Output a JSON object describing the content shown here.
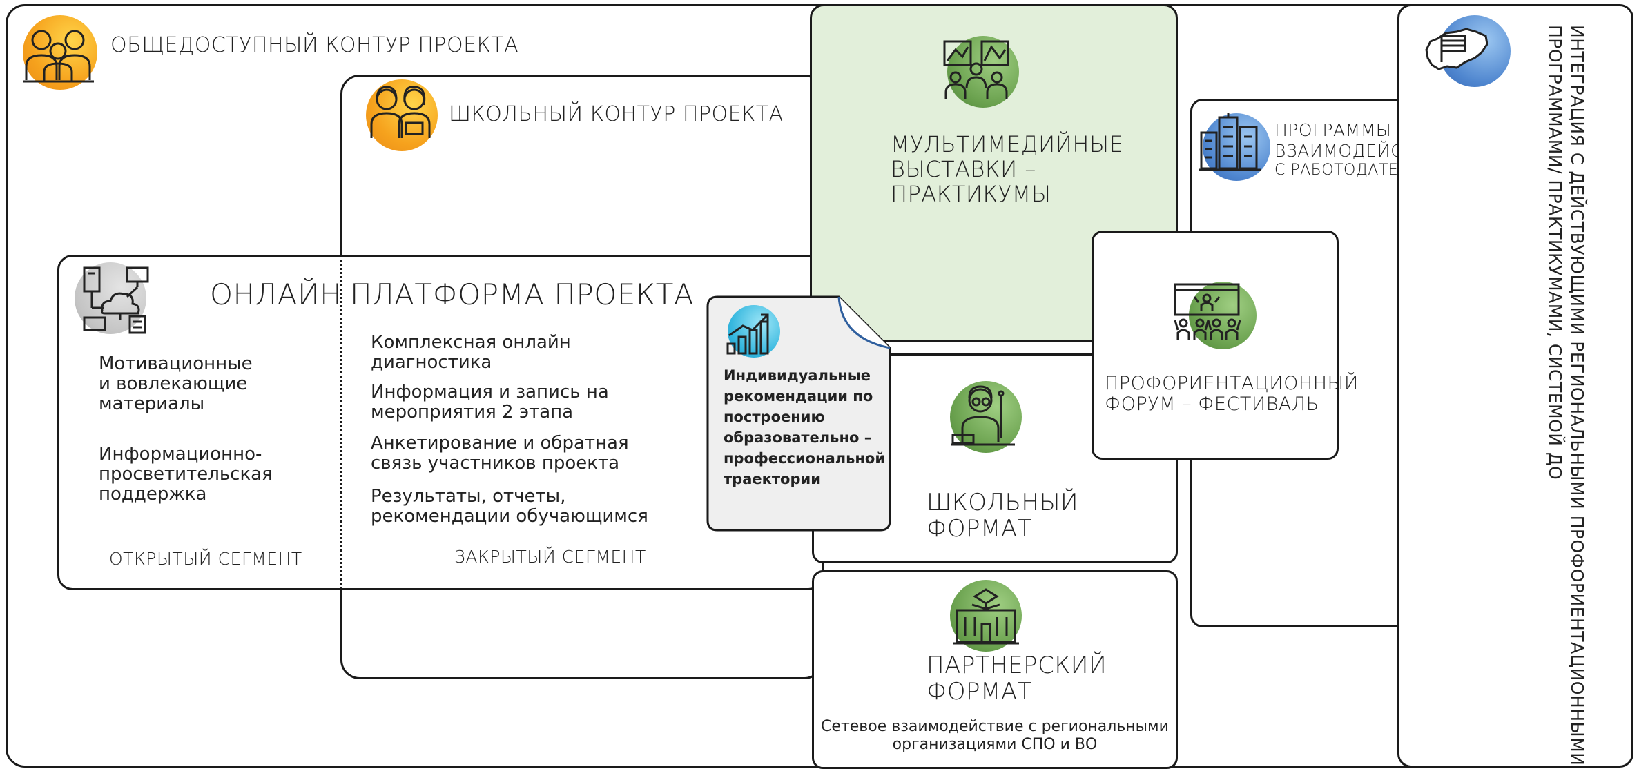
{
  "public_contour": {
    "title": "ОБЩЕДОСТУПНЫЙ КОНТУР ПРОЕКТА"
  },
  "school_contour": {
    "title": "ШКОЛЬНЫЙ КОНТУР ПРОЕКТА"
  },
  "online_platform": {
    "title_left": "ОНЛАЙН",
    "title_right": "ПЛАТФОРМА ПРОЕКТА",
    "open_items": [
      "Мотивационные",
      "и вовлекающие",
      "материалы",
      "Информационно-",
      "просветительская",
      "поддержка"
    ],
    "open_segment_label": "ОТКРЫТЫЙ СЕГМЕНТ",
    "closed_items": [
      "Комплексная онлайн",
      "диагностика",
      "Информация и запись на",
      "мероприятия 2 этапа",
      "Анкетирование и обратная",
      "связь участников проекта",
      "Результаты, отчеты,",
      "рекомендации обучающимся"
    ],
    "closed_segment_label": "ЗАКРЫТЫЙ СЕГМЕНТ"
  },
  "recommendations_doc": {
    "lines": [
      "Индивидуальные",
      "рекомендации по",
      "построению",
      "образовательно –",
      "профессиональной",
      "траектории"
    ]
  },
  "multimedia": {
    "lines": [
      "МУЛЬТИМЕДИЙНЫЕ",
      "ВЫСТАВКИ –",
      "ПРАКТИКУМЫ"
    ]
  },
  "school_format": {
    "lines": [
      "ШКОЛЬНЫЙ",
      "ФОРМАТ"
    ]
  },
  "partner_format": {
    "lines": [
      "ПАРТНЕРСКИЙ",
      "ФОРМАТ"
    ],
    "desc": [
      "Сетевое взаимодействие с региональными",
      "организациями СПО и ВО"
    ]
  },
  "employers": {
    "lines": [
      "ПРОГРАММЫ",
      "ВЗАИМОДЕЙСТВИЯ",
      "С РАБОТОДАТЕЛЯМИ"
    ]
  },
  "forum": {
    "lines": [
      "ПРОФОРИЕНТАЦИОННЫЙ",
      "ФОРУМ – ФЕСТИВАЛЬ"
    ]
  },
  "integration": {
    "lines": [
      "ИНТЕГРАЦИЯ С ДЕЙСТВУЮЩИМИ РЕГИОНАЛЬНЫМИ ПРОФОРИЕНТАЦИОННЫМИ",
      "ПРОГРАММАМИ/ ПРАКТИКУМАМИ, СИСТЕМОЙ ДО"
    ]
  },
  "icons": {
    "public": "people-group-icon",
    "school": "schoolchildren-icon",
    "online": "network-computers-icon",
    "recommendations": "growth-chart-icon",
    "multimedia": "exhibition-icon",
    "school_format": "teacher-icon",
    "partner_format": "university-building-icon",
    "employers": "city-buildings-icon",
    "forum": "stage-audience-icon",
    "integration": "russia-map-flag-icon"
  },
  "colors": {
    "orange_accent": "#f6a21d",
    "green_accent": "#6aa14e",
    "blue_accent": "#4f86cf",
    "cyan_accent": "#33b6de",
    "multimedia_fill": "#e2efda",
    "document_fill": "#efefef",
    "document_fold": "#2f5f9e"
  }
}
